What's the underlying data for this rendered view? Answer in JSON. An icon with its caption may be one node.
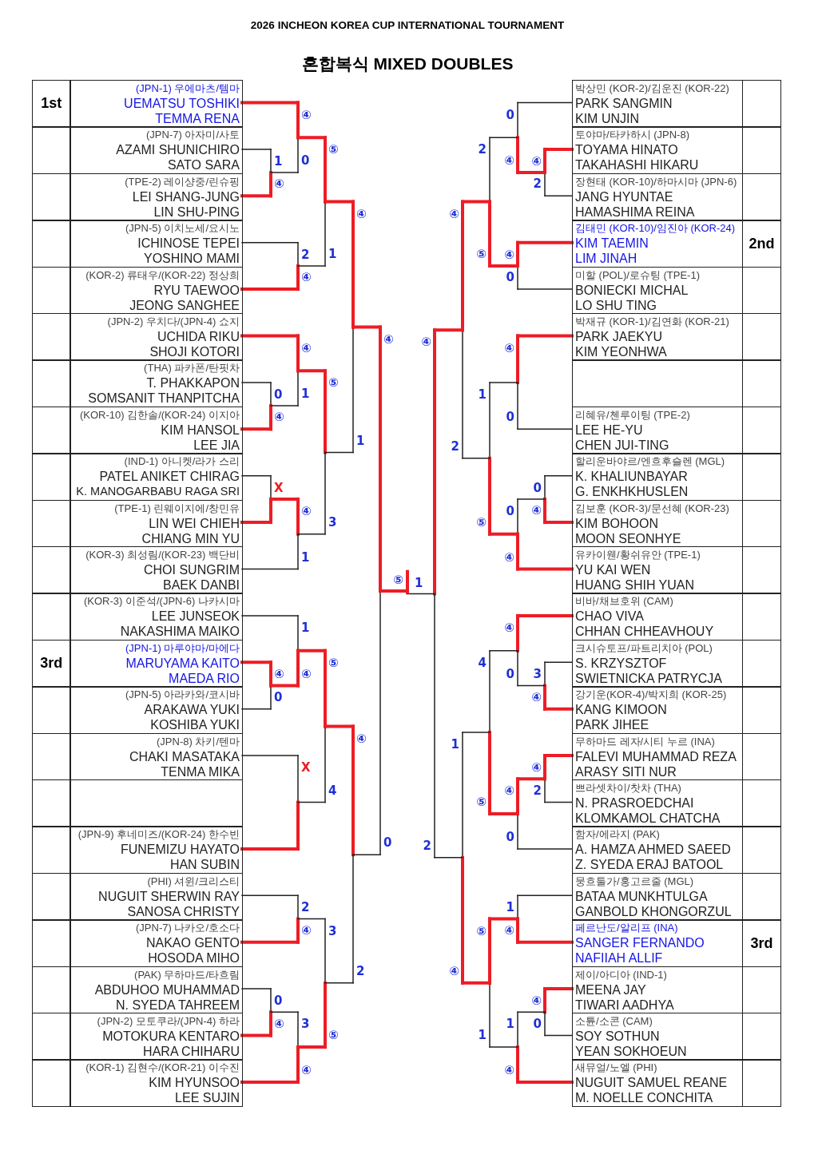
{
  "diagram": {
    "title": "2026 INCHEON KOREA CUP INTERNATIONAL TOURNAMENT",
    "nodes": [
      {
        "text": [
          "(JPN-1) 우에마츠/템마",
          "UEMATSU TOSHIKI",
          "TEMMA RENA"
        ],
        "beside": [
          "1st"
        ]
      },
      {
        "text": [
          "(JPN-7) 아자미/사토",
          "AZAMI SHUNICHIRO",
          "SATO SARA"
        ]
      },
      {
        "text": [
          "(TPE-2) 레이샹중/린슈핑",
          "LEI SHANG-JUNG",
          "LIN SHU-PING"
        ]
      },
      {
        "text": [
          "(JPN-5) 이치노세/요시노",
          "ICHINOSE TEPEI",
          "YOSHINO MAMI"
        ]
      },
      {
        "text": [
          "(KOR-2) 류태우/(KOR-22) 정상희",
          "RYU TAEWOO",
          "JEONG SANGHEE"
        ]
      },
      {
        "text": [
          "(JPN-2) 우치다/(JPN-4) 쇼지",
          "UCHIDA RIKU",
          "SHOJI KOTORI"
        ]
      },
      {
        "text": [
          "(THA) 파카폰/탄핏차",
          "T. PHAKKAPON",
          "SOMSANIT THANPITCHA"
        ]
      },
      {
        "text": [
          "(KOR-10) 김한솔/(KOR-24) 이지아",
          "KIM HANSOL",
          "LEE JIA"
        ]
      },
      {
        "text": [
          "(IND-1) 아니켓/라가 스리",
          "PATEL ANIKET CHIRAG",
          "K. MANOGARBABU RAGA SRI"
        ]
      },
      {
        "text": [
          "(TPE-1) 린웨이지에/창민유",
          "LIN WEI CHIEH",
          "CHIANG MIN YU"
        ]
      },
      {
        "text": [
          "(KOR-3) 최성림/(KOR-23) 백단비",
          "CHOI SUNGRIM",
          "BAEK DANBI"
        ]
      },
      {
        "text": [
          "(KOR-3) 이준석/(JPN-6) 나카시마",
          "LEE JUNSEOK",
          "NAKASHIMA MAIKO"
        ]
      },
      {
        "text": [
          "(JPN-1) 마루야마/마에다",
          "MARUYAMA KAITO",
          "MAEDA RIO"
        ],
        "beside": [
          "3rd"
        ]
      },
      {
        "text": [
          "(JPN-5) 아라카와/코시바",
          "ARAKAWA YUKI",
          "KOSHIBA YUKI"
        ]
      },
      {
        "text": [
          "(JPN-8) 차키/텐마",
          "CHAKI MASATAKA",
          "TENMA MIKA"
        ]
      },
      {
        "text": [],
        "shape": "box"
      },
      {
        "text": [
          "(JPN-9) 후네미즈/(KOR-24) 한수빈",
          "FUNEMIZU HAYATO",
          "HAN SUBIN"
        ]
      },
      {
        "text": [
          "(PHI) 셔윈/크리스티",
          "NUGUIT SHERWIN RAY",
          "SANOSA CHRISTY"
        ]
      },
      {
        "text": [
          "(JPN-7) 나카오/호소다",
          "NAKAO GENTO",
          "HOSODA MIHO"
        ]
      },
      {
        "text": [
          "(PAK) 무하마드/타흐림",
          "ABDUHOO MUHAMMAD",
          "N. SYEDA TAHREEM"
        ]
      },
      {
        "text": [
          "(JPN-2) 모토쿠라/(JPN-4) 하라",
          "MOTOKURA KENTARO",
          "HARA CHIHARU"
        ]
      },
      {
        "text": [
          "(KOR-1) 김현수/(KOR-21) 이수진",
          "KIM HYUNSOO",
          "LEE SUJIN"
        ]
      },
      {
        "text": [
          "박상민 (KOR-2)/김운진 (KOR-22)",
          "PARK SANGMIN",
          "KIM UNJIN"
        ]
      },
      {
        "text": [
          "토야마/타카하시 (JPN-8)",
          "TOYAMA HINATO",
          "TAKAHASHI HIKARU"
        ]
      },
      {
        "text": [
          "장현태 (KOR-10)/하마시마 (JPN-6)",
          "JANG HYUNTAE",
          "HAMASHIMA REINA"
        ]
      },
      {
        "text": [
          "김태민 (KOR-10)/임진아 (KOR-24)",
          "KIM TAEMIN",
          "LIM JINAH"
        ],
        "beside": [
          "2nd"
        ]
      },
      {
        "text": [
          "미할 (POL)/로슈팅 (TPE-1)",
          "BONIECKI MICHAL",
          "LO SHU TING"
        ]
      },
      {
        "text": [
          "박재규 (KOR-1)/김연화 (KOR-21)",
          "PARK JAEKYU",
          "KIM YEONHWA"
        ]
      },
      {
        "text": [],
        "shape": "box"
      },
      {
        "text": [
          "리혜유/첸루이팅 (TPE-2)",
          "LEE HE-YU",
          "CHEN JUI-TING"
        ]
      },
      {
        "text": [
          "할리운바야르/엔흐후슬렌 (MGL)",
          "K. KHALIUNBAYAR",
          "G. ENKHKHUSLEN"
        ]
      },
      {
        "text": [
          "김보훈 (KOR-3)/문선혜 (KOR-23)",
          "KIM BOHOON",
          "MOON SEONHYE"
        ]
      },
      {
        "text": [
          "유카이웬/황쉬유안 (TPE-1)",
          "YU KAI WEN",
          "HUANG SHIH YUAN"
        ]
      },
      {
        "text": [
          "비바/채브호위 (CAM)",
          "CHAO VIVA",
          "CHHAN CHHEAVHOUY"
        ]
      },
      {
        "text": [
          "크시슈토프/파트리치아 (POL)",
          "S. KRZYSZTOF",
          "SWIETNICKA PATRYCJA"
        ]
      },
      {
        "text": [
          "강기운(KOR-4)/박지희 (KOR-25)",
          "KANG KIMOON",
          "PARK JIHEE"
        ]
      },
      {
        "text": [
          "무하마드 레자/시티 누르 (INA)",
          "FALEVI MUHAMMAD REZA",
          "ARASY SITI NUR"
        ]
      },
      {
        "text": [
          "쁘라셋차이/찻차 (THA)",
          "N. PRASROEDCHAI",
          "KLOMKAMOL CHATCHA"
        ]
      },
      {
        "text": [
          "함자/에라지 (PAK)",
          "A. HAMZA AHMED SAEED",
          "Z. SYEDA ERAJ BATOOL"
        ]
      },
      {
        "text": [
          "뭉흐툴가/홍고르줄 (MGL)",
          "BATAA MUNKHTULGA",
          "GANBOLD KHONGORZUL"
        ]
      },
      {
        "text": [
          "페르난도/알리프 (INA)",
          "SANGER FERNANDO",
          "NAFIIAH ALLIF"
        ],
        "beside": [
          "3rd"
        ]
      },
      {
        "text": [
          "제이/아디아 (IND-1)",
          "MEENA JAY",
          "TIWARI AADHYA"
        ]
      },
      {
        "text": [
          "소튠/소콘 (CAM)",
          "SOY SOTHUN",
          "YEAN SOKHOEUN"
        ]
      },
      {
        "text": [
          "새뮤얼/노엘 (PHI)",
          "NUGUIT SAMUEL REANE",
          "M. NOELLE CONCHITA"
        ]
      }
    ],
    "labels": [
      "혼합복식 MIXED DOUBLES",
      "1",
      "④",
      "④",
      "0",
      "2",
      "④",
      "⑤",
      "1",
      "0",
      "④",
      "④",
      "1",
      "X",
      "④",
      "1",
      "⑤",
      "3",
      "④",
      "1",
      "④",
      "0",
      "1",
      "④",
      "X",
      "⑤",
      "4",
      "2",
      "④",
      "0",
      "④",
      "3",
      "④",
      "3",
      "⑤",
      "④",
      "2",
      "④",
      "0",
      "④",
      "2",
      "0",
      "④",
      "④",
      "0",
      "2",
      "⑤",
      "④",
      "0",
      "0",
      "④",
      "0",
      "④",
      "1",
      "⑤",
      "④",
      "2",
      "3",
      "④",
      "④",
      "0",
      "④",
      "2",
      "④",
      "0",
      "4",
      "⑤",
      "1",
      "④",
      "④",
      "0",
      "1",
      "④",
      "⑤",
      "1",
      "1",
      "④",
      "④",
      "2",
      "⑤",
      "1"
    ]
  }
}
